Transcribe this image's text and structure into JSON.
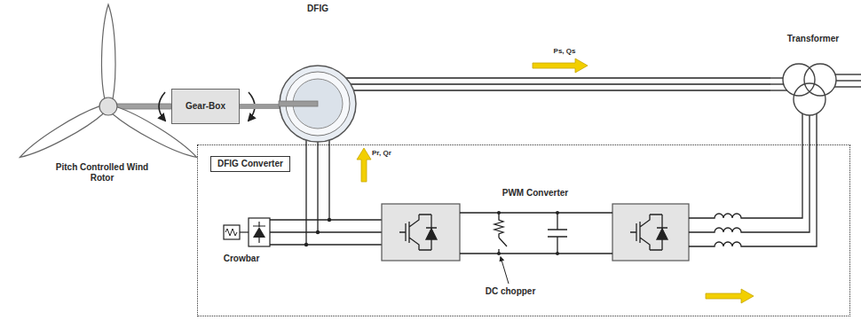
{
  "diagram": {
    "nodes": [
      {
        "text": [
          "Gear-Box"
        ]
      },
      {
        "text": [
          "DFIG"
        ]
      },
      {
        "text": [
          "Transformer"
        ]
      },
      {
        "text": [
          "DFIG Converter"
        ]
      }
    ],
    "edges": [
      {
        "from": 0,
        "to": 1,
        "arrow": "none"
      },
      {
        "from": 1,
        "to": 2,
        "arrow": "none"
      }
    ],
    "labels": [
      "Ps, Qs",
      "Pitch Controlled Wind Rotor",
      "Pr, Qr",
      "PWM Converter",
      "Crowbar",
      "DC chopper"
    ]
  }
}
